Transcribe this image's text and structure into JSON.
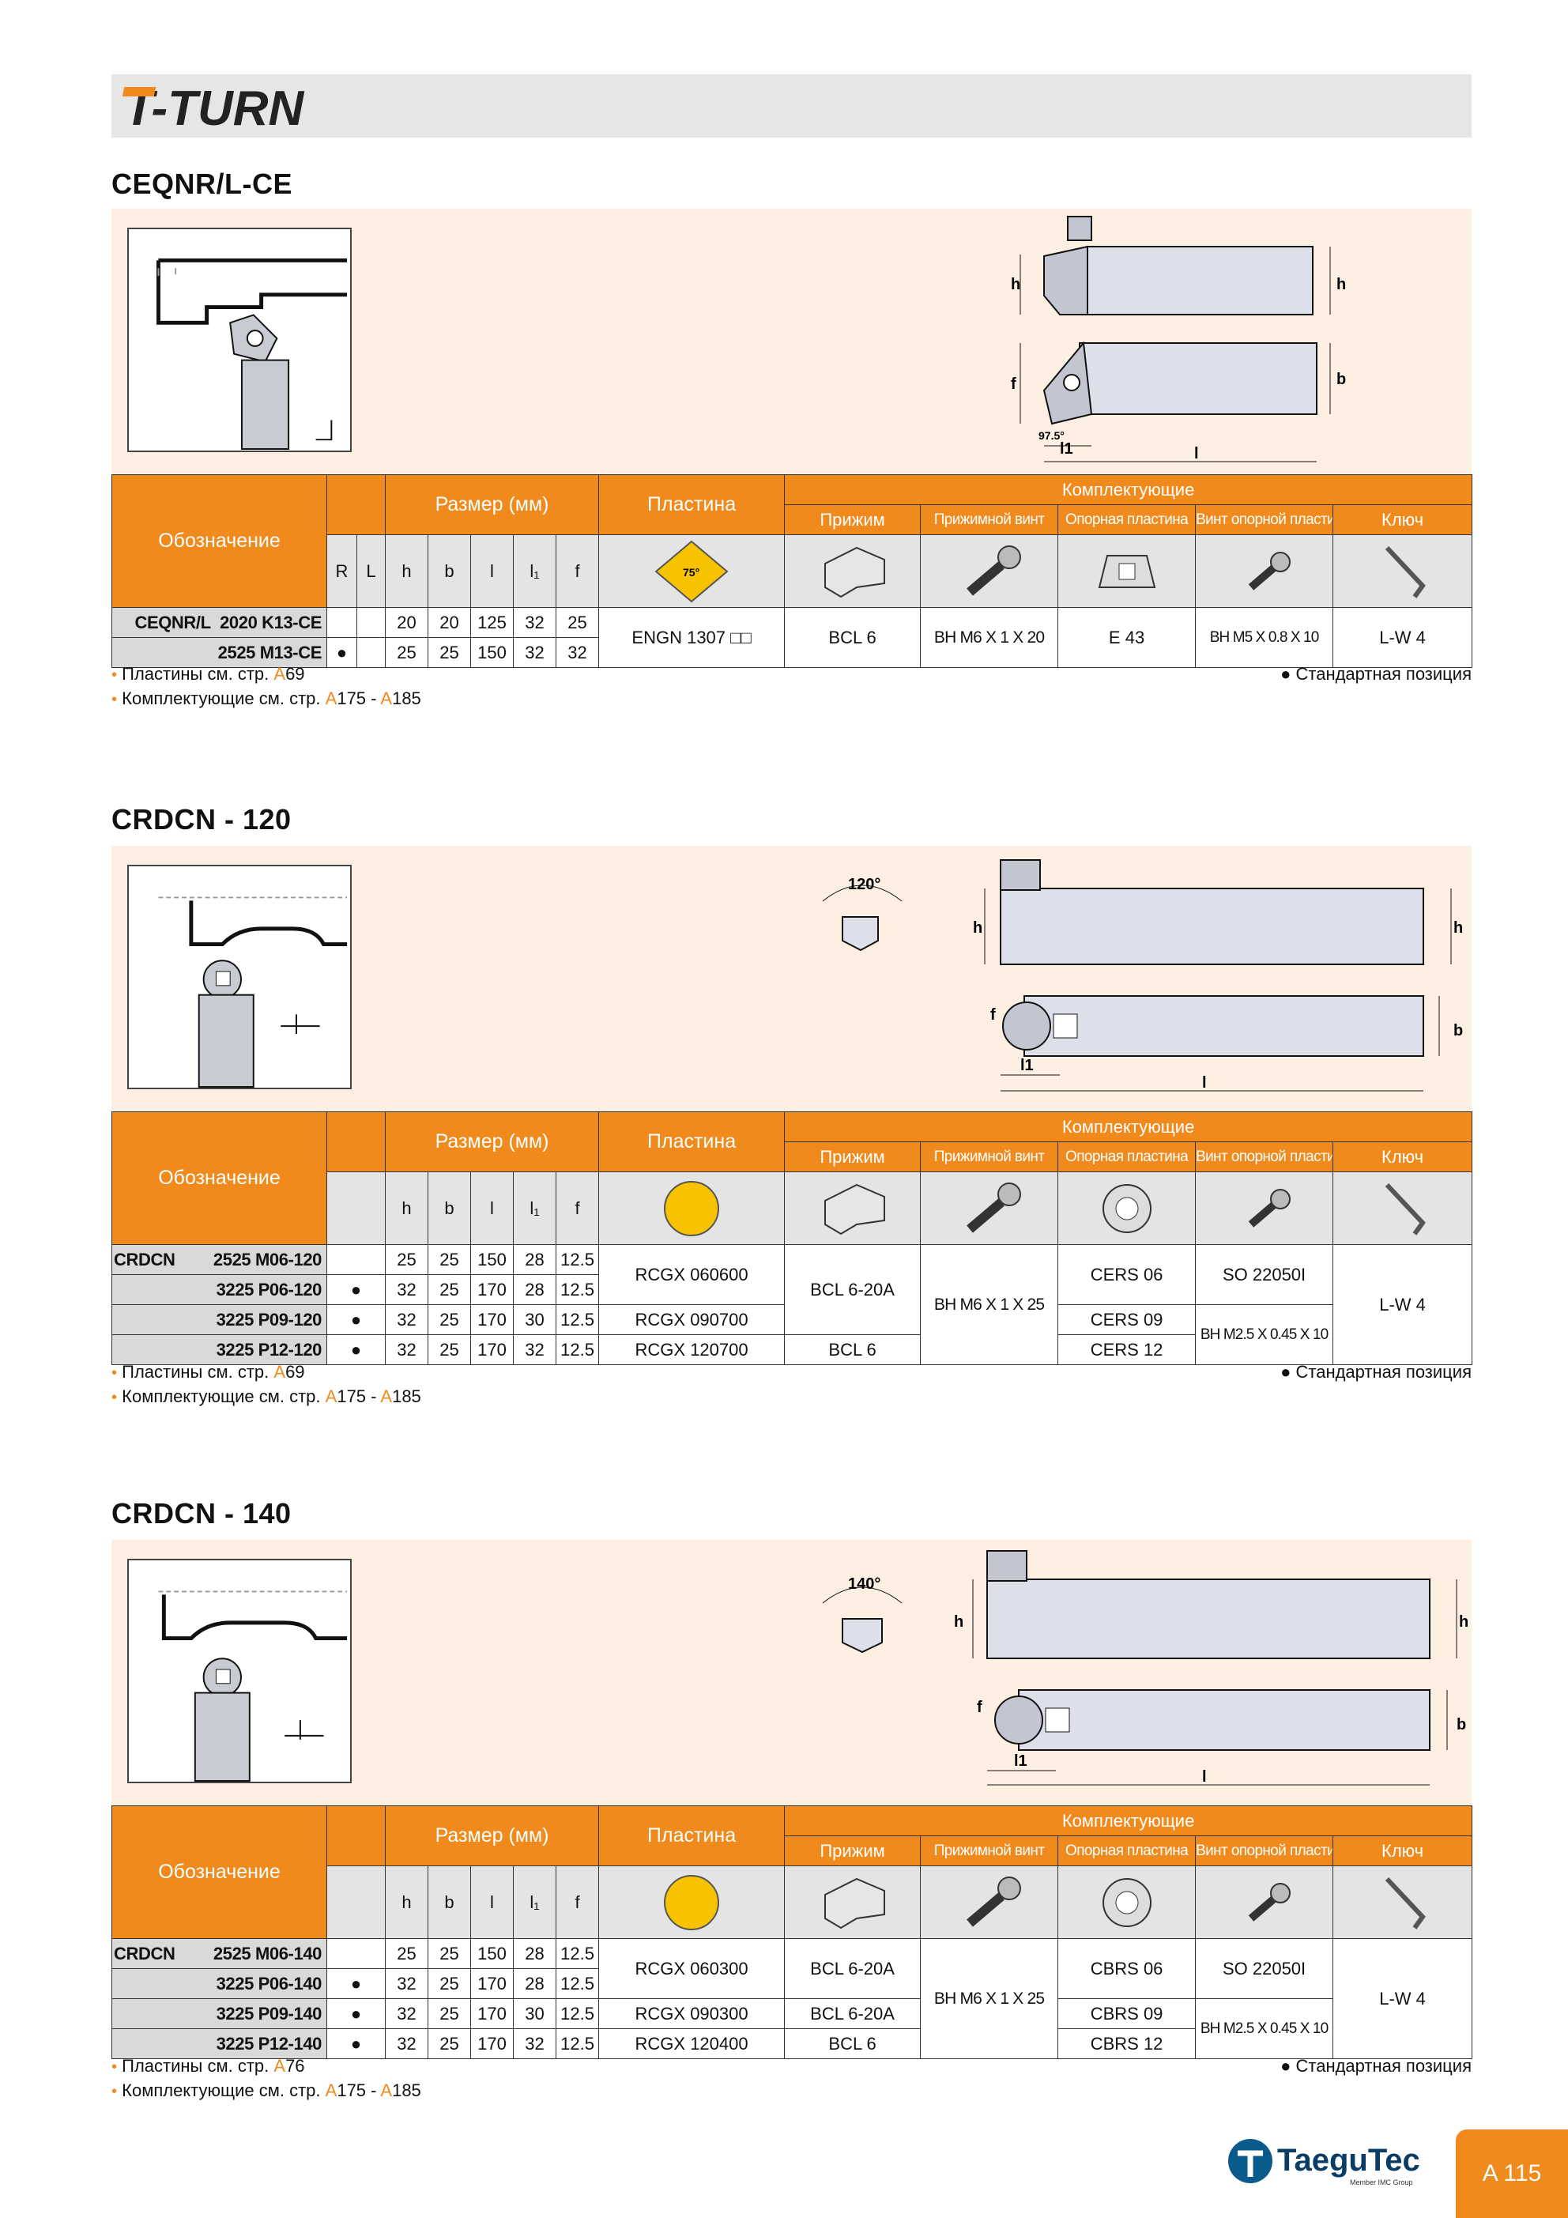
{
  "brand": "T-TURN",
  "common": {
    "designation": "Обозначение",
    "size_mm": "Размер (мм)",
    "insert": "Пластина",
    "components": "Комплектующие",
    "clamp": "Прижим",
    "clamp_screw": "Прижимной винт",
    "shim": "Опорная пластина",
    "shim_screw": "Винт опорной пластины",
    "key": "Ключ",
    "col_R": "R",
    "col_L": "L",
    "col_h": "h",
    "col_b": "b",
    "col_l": "l",
    "col_l1": "l₁",
    "col_f": "f",
    "standard": "● Стандартная позиция",
    "notes_inserts_prefix": "Пластины см. стр.",
    "notes_parts_prefix": "Комплектующие см. стр.",
    "notes_parts_a1": "A",
    "notes_parts_n1": "175",
    "notes_parts_sep": " - ",
    "notes_parts_a2": "A",
    "notes_parts_n2": "185",
    "dim_h": "h",
    "dim_b": "b",
    "dim_f": "f",
    "dim_l": "l",
    "dim_l1": "l1"
  },
  "sec1": {
    "title": "CEQNR/L-CE",
    "insert_angle": "75°",
    "side_angle": "97.5°",
    "rows": [
      {
        "des1": "CEQNR/L",
        "des2": "2020 K13-CE",
        "R": "",
        "L": "",
        "h": "20",
        "b": "20",
        "l": "125",
        "l1": "32",
        "f": "25"
      },
      {
        "des1": "",
        "des2": "2525 M13-CE",
        "R": "●",
        "L": "",
        "h": "25",
        "b": "25",
        "l": "150",
        "l1": "32",
        "f": "32"
      }
    ],
    "insert": "ENGN 1307 □□",
    "clamp": "BCL 6",
    "clamp_screw": "BH M6 X 1 X 20",
    "shim": "E 43",
    "shim_screw": "BH M5 X 0.8 X 10",
    "key": "L-W 4",
    "ins_a": "A",
    "ins_n": "69"
  },
  "sec2": {
    "title": "CRDCN - 120",
    "angle": "120°",
    "family": "CRDCN",
    "rows": [
      {
        "des": "2525 M06-120",
        "std": "",
        "h": "25",
        "b": "25",
        "l": "150",
        "l1": "28",
        "f": "12.5"
      },
      {
        "des": "3225 P06-120",
        "std": "●",
        "h": "32",
        "b": "25",
        "l": "170",
        "l1": "28",
        "f": "12.5"
      },
      {
        "des": "3225 P09-120",
        "std": "●",
        "h": "32",
        "b": "25",
        "l": "170",
        "l1": "30",
        "f": "12.5"
      },
      {
        "des": "3225 P12-120",
        "std": "●",
        "h": "32",
        "b": "25",
        "l": "170",
        "l1": "32",
        "f": "12.5"
      }
    ],
    "insert_a": "RCGX 060600",
    "insert_b": "RCGX 090700",
    "insert_c": "RCGX 120700",
    "clamp_a": "BCL 6-20A",
    "clamp_b": "BCL 6",
    "clamp_screw": "BH M6 X 1 X 25",
    "shim_a": "CERS 06",
    "shim_b": "CERS 09",
    "shim_c": "CERS 12",
    "shim_screw_a": "SO 22050I",
    "shim_screw_b": "BH M2.5 X 0.45 X 10",
    "key": "L-W 4",
    "ins_a": "A",
    "ins_n": "69"
  },
  "sec3": {
    "title": "CRDCN - 140",
    "angle": "140°",
    "family": "CRDCN",
    "rows": [
      {
        "des": "2525 M06-140",
        "std": "",
        "h": "25",
        "b": "25",
        "l": "150",
        "l1": "28",
        "f": "12.5"
      },
      {
        "des": "3225 P06-140",
        "std": "●",
        "h": "32",
        "b": "25",
        "l": "170",
        "l1": "28",
        "f": "12.5"
      },
      {
        "des": "3225 P09-140",
        "std": "●",
        "h": "32",
        "b": "25",
        "l": "170",
        "l1": "30",
        "f": "12.5"
      },
      {
        "des": "3225 P12-140",
        "std": "●",
        "h": "32",
        "b": "25",
        "l": "170",
        "l1": "32",
        "f": "12.5"
      }
    ],
    "insert_a": "RCGX 060300",
    "insert_b": "RCGX 090300",
    "insert_c": "RCGX 120400",
    "clamp_a": "BCL 6-20A",
    "clamp_b": "BCL 6-20A",
    "clamp_c": "BCL 6",
    "clamp_screw": "BH M6 X 1 X 25",
    "shim_a": "CBRS 06",
    "shim_b": "CBRS 09",
    "shim_c": "CBRS 12",
    "shim_screw_a": "SO 22050I",
    "shim_screw_b": "BH M2.5 X 0.45 X 10",
    "key": "L-W 4",
    "ins_a": "A",
    "ins_n": "76"
  },
  "footer": {
    "company": "TaeguTec",
    "member": "Member IMC Group",
    "page": "A 115"
  },
  "colors": {
    "accent": "#f08a1c",
    "panel": "#fdf0e2",
    "insert_yellow": "#f7c200"
  }
}
